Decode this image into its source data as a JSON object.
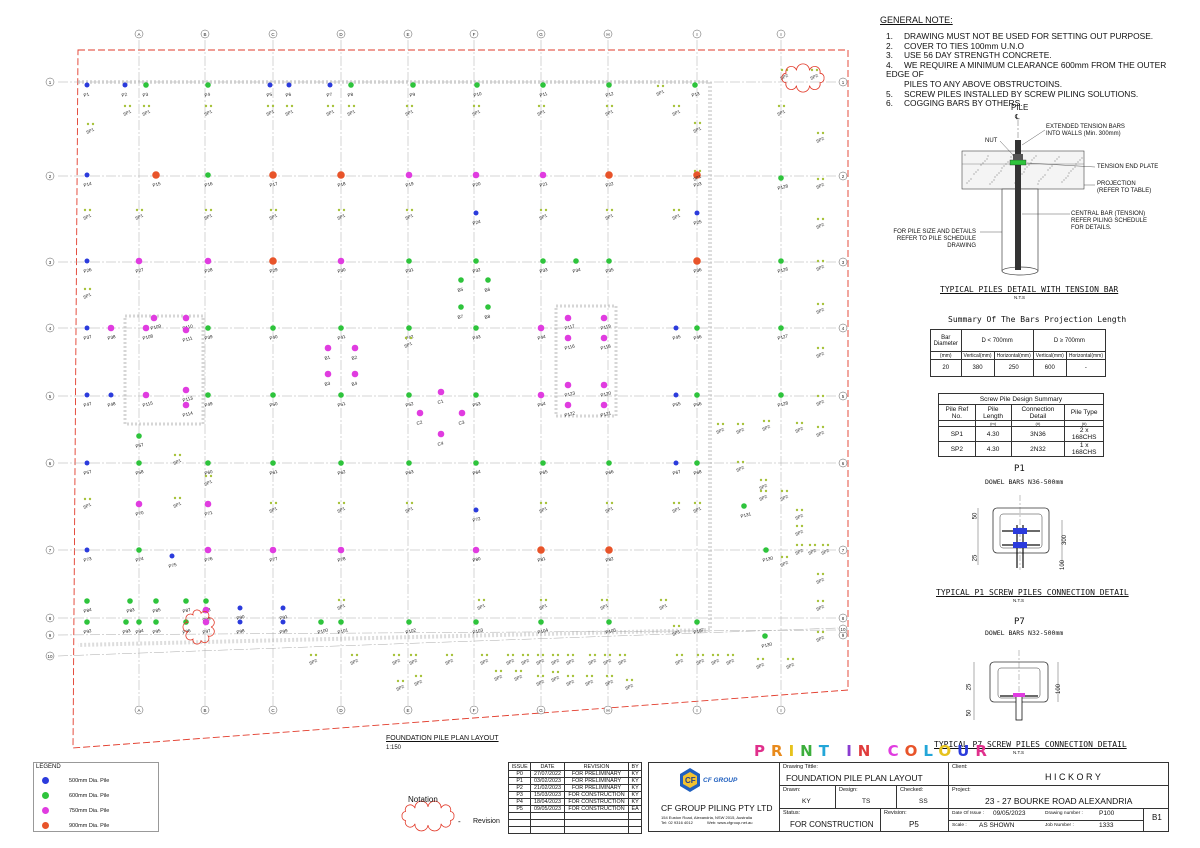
{
  "general_note": {
    "title": "GENERAL NOTE:",
    "items": [
      {
        "num": "1.",
        "text": "DRAWING MUST NOT BE USED FOR SETTING OUT PURPOSE."
      },
      {
        "num": "2.",
        "text": "COVER TO TIES 100mm U.N.O"
      },
      {
        "num": "3.",
        "text": "USE 56 DAY STRENGTH CONCRETE."
      },
      {
        "num": "4.",
        "text": "WE REQUIRE A MINIMUM CLEARANCE 600mm FROM THE OUTER EDGE OF"
      },
      {
        "num": "",
        "text": "PILES TO ANY ABOVE OBSTRUCTOINS."
      },
      {
        "num": "5.",
        "text": "SCREW PILES INSTALLED BY SCREW PILING SOLUTIONS."
      },
      {
        "num": "6.",
        "text": "COGGING BARS BY OTHERS."
      }
    ]
  },
  "pile_detail": {
    "title": "PILE",
    "cl": "℄",
    "nut": "NUT",
    "ext_bars": "EXTENDED TENSION BARS\nINTO WALLS (Min. 300mm)",
    "end_plate": "TENSION END PLATE",
    "projection": "PROJECTION\n(REFER TO TABLE)",
    "central_bar": "CENTRAL BAR (TENSION)\nREFER PILING SCHEDULE\nFOR DETAILS.",
    "pile_size": "FOR PILE SIZE AND DETAILS\nREFER TO PILE SCHEDULE\nDRAWING",
    "caption": "TYPICAL PILES DETAIL WITH TENSION BAR",
    "scale": "N.T.S"
  },
  "projection_table": {
    "title": "Summary Of The Bars Projection Length",
    "h_bar": "Bar Diameter",
    "h_small": "D < 700mm",
    "h_large": "D ≥ 700mm",
    "sub": [
      "(mm)",
      "Vertical(mm)",
      "Horizontal(mm)",
      "Vertical(mm)",
      "Horizontal(mm)"
    ],
    "row": [
      "20",
      "380",
      "250",
      "600",
      "-"
    ]
  },
  "screw_table": {
    "title": "Screw Pile Design Summary",
    "headers": [
      "Pile Ref No.",
      "Pile Length",
      "Connection Detail",
      "Pile Type"
    ],
    "units": [
      "",
      "(m)",
      "(#)",
      "(#)"
    ],
    "rows": [
      [
        "SP1",
        "4.30",
        "3N36",
        "2 x 168CHS"
      ],
      [
        "SP2",
        "4.30",
        "2N32",
        "1 x 168CHS"
      ]
    ]
  },
  "p1_detail": {
    "title": "P1",
    "sub": "DOWEL BARS N36-500mm",
    "dims": [
      "50",
      "25",
      "300",
      "100"
    ],
    "caption": "TYPICAL P1 SCREW PILES CONNECTION DETAIL",
    "scale": "N.T.S"
  },
  "p7_detail": {
    "title": "P7",
    "sub": "DOWEL BARS N32-500mm",
    "dims": [
      "25",
      "50",
      "100"
    ],
    "caption": "TYPICAL P7 SCREW PILES CONNECTION DETAIL",
    "scale": "N.T.S"
  },
  "plan": {
    "title": "FOUNDATION PILE PLAN LAYOUT",
    "scale": "1:150",
    "col_markers": [
      "A",
      "B",
      "C",
      "D",
      "E",
      "F",
      "G",
      "H",
      "I"
    ],
    "row_markers": [
      "1",
      "2",
      "3",
      "4",
      "5",
      "6",
      "7",
      "8",
      "9",
      "10"
    ],
    "pile_labels": [
      "P1",
      "P2",
      "P3",
      "P4",
      "P5",
      "P6",
      "P7",
      "P8",
      "P9",
      "P10",
      "P11",
      "P12",
      "P13",
      "P14",
      "P15",
      "P16",
      "P17",
      "P18",
      "P19",
      "P20",
      "P21",
      "P22",
      "P23",
      "P24",
      "P25",
      "P26",
      "P27",
      "P28",
      "P29",
      "P30",
      "P31",
      "P32",
      "P33",
      "P34",
      "P35",
      "P36",
      "P37",
      "P38",
      "P39",
      "P40",
      "P41",
      "P42",
      "P43",
      "P44",
      "P45",
      "P46",
      "P47",
      "P48",
      "P49",
      "P50",
      "P51",
      "P52",
      "P53",
      "P54",
      "P55",
      "P56",
      "P57",
      "P58",
      "P59",
      "P60",
      "P61",
      "P62",
      "P63",
      "P64",
      "P65",
      "P66",
      "P67",
      "P68",
      "P69",
      "P70",
      "P71",
      "P72",
      "P73",
      "P74",
      "P75",
      "P76",
      "P77",
      "P78",
      "P79",
      "P80",
      "P81",
      "P82",
      "P83",
      "P84",
      "P85",
      "P86",
      "P87",
      "P88",
      "P89",
      "P90",
      "P91",
      "P92",
      "P93",
      "P94",
      "P95",
      "P96",
      "P97",
      "P98",
      "P99",
      "P100",
      "P101",
      "P102",
      "P103",
      "P104",
      "P105",
      "P106",
      "P107",
      "P108",
      "P109",
      "P110",
      "P111",
      "P112",
      "P113",
      "P114",
      "P115",
      "P116",
      "P117",
      "P118",
      "P119",
      "P120",
      "P121",
      "P122",
      "P123",
      "P124",
      "P125",
      "P126",
      "P127",
      "P128",
      "P129",
      "P130",
      "P131",
      "P132",
      "B1",
      "B2",
      "B3",
      "B4",
      "B5",
      "B6",
      "B7",
      "B8",
      "C1",
      "C2",
      "C3",
      "C4"
    ],
    "sp1_label": "SP1",
    "sp2_label": "SP2"
  },
  "legend": {
    "title": "LEGEND",
    "items": [
      {
        "label": "500mm Dia. Pile",
        "color": "#2b3bdc"
      },
      {
        "label": "600mm Dia. Pile",
        "color": "#2ec43c"
      },
      {
        "label": "750mm Dia. Pile",
        "color": "#e03ce0"
      },
      {
        "label": "900mm Dia. Pile",
        "color": "#e8542a"
      }
    ]
  },
  "notation": {
    "title": "Notation",
    "dash": "-",
    "label": "Revision"
  },
  "revisions": {
    "headers": [
      "ISSUE",
      "DATE",
      "REVISION",
      "BY"
    ],
    "rows": [
      [
        "P0",
        "27/07/2022",
        "FOR PRELIMINARY",
        "KY"
      ],
      [
        "P1",
        "03/02/2023",
        "FOR PRELIMINARY",
        "KY"
      ],
      [
        "P2",
        "21/02/2023",
        "FOR PRELIMINARY",
        "KY"
      ],
      [
        "P3",
        "15/03/2023",
        "FOR CONSTRUCTION",
        "KY"
      ],
      [
        "P4",
        "18/04/2023",
        "FOR CONSTRUCTION",
        "KY"
      ],
      [
        "P5",
        "09/05/2023",
        "FOR CONSTRUCTION",
        "EA"
      ]
    ]
  },
  "company": {
    "logo_text": "CF GROUP",
    "name": "CF GROUP PILING PTY LTD",
    "address": "154 Euston Road, Alexandria, NSW 2015, Australia",
    "tel": "Tel: 02 9316 4012",
    "web": "Web: www.cfgroup.net.au"
  },
  "print_notice": "PRINT IN COLOUR",
  "title_block": {
    "drawing_title_label": "Drawing Tittle:",
    "drawing_title": "FOUNDATION PILE PLAN LAYOUT",
    "client_label": "Client:",
    "client": "H I C K O R Y",
    "drawn_label": "Drawn:",
    "drawn": "KY",
    "design_label": "Design:",
    "design": "TS",
    "checked_label": "Checked:",
    "checked": "SS",
    "project_label": "Project:",
    "project": "23 - 27 BOURKE ROAD ALEXANDRIA",
    "status_label": "Status:",
    "status": "FOR CONSTRUCTION",
    "revision_label": "Revision:",
    "revision": "P5",
    "date_label": "Date Of Issue :",
    "date": "09/05/2023",
    "drawing_no_label": "Drawing number :",
    "drawing_no": "P100",
    "scale_label": "Scale :",
    "scale": "AS SHOWN",
    "job_label": "Job Number :",
    "job": "1333",
    "sheet": "B1"
  },
  "colors": {
    "blue": "#2b3bdc",
    "green": "#2ec43c",
    "magenta": "#e03ce0",
    "orange": "#e8542a",
    "olive": "#a6c23a",
    "red_line": "#e23b2b"
  }
}
